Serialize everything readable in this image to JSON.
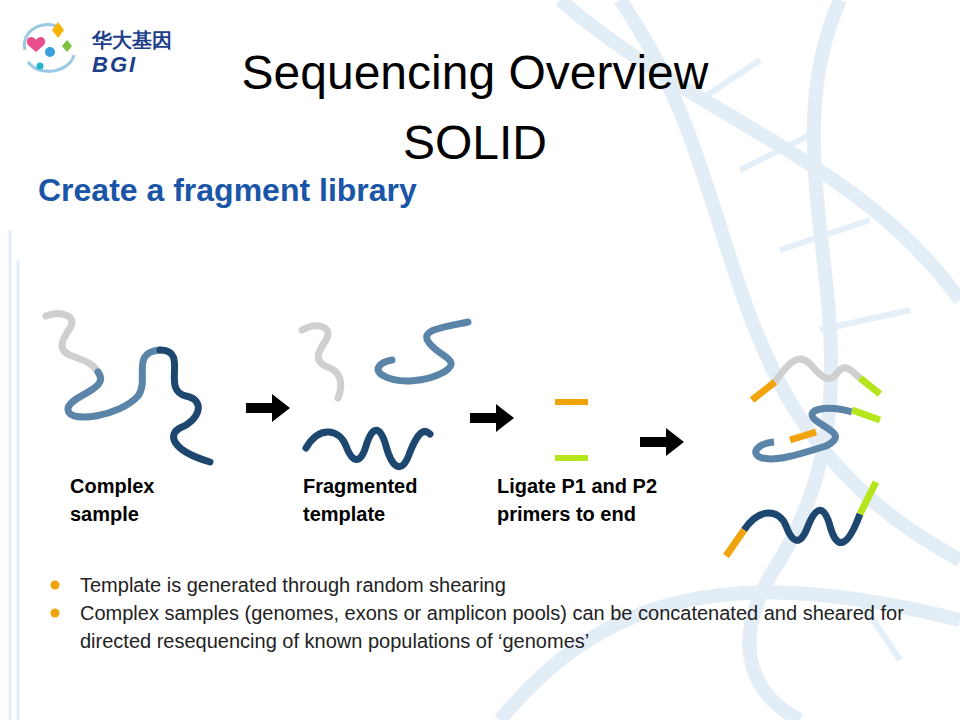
{
  "diagram": {
    "title": "Sequencing Overview SOLID",
    "labels": [
      "华大基因",
      "BGI",
      "Create a fragment library",
      "Complex sample",
      "Fragmented template",
      "Ligate P1 and P2 primers to end",
      "Template is generated through random shearing",
      "Complex samples (genomes, exons or amplicon pools) can be concatenated and sheared for directed resequencing of known populations of ‘genomes’"
    ]
  }
}
